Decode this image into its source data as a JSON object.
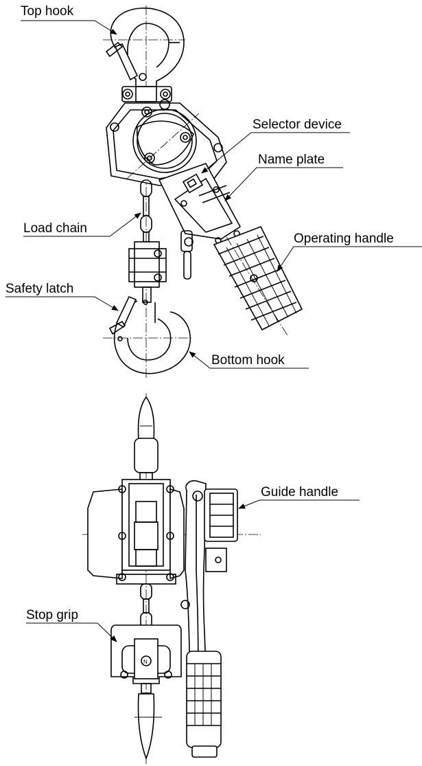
{
  "labels": {
    "top_hook": "Top hook",
    "selector_device": "Selector device",
    "name_plate": "Name plate",
    "load_chain": "Load chain",
    "operating_handle": "Operating handle",
    "safety_latch": "Safety latch",
    "bottom_hook": "Bottom hook",
    "guide_handle": "Guide handle",
    "stop_grip": "Stop grip"
  },
  "colors": {
    "line": "#000000",
    "background": "#ffffff"
  }
}
